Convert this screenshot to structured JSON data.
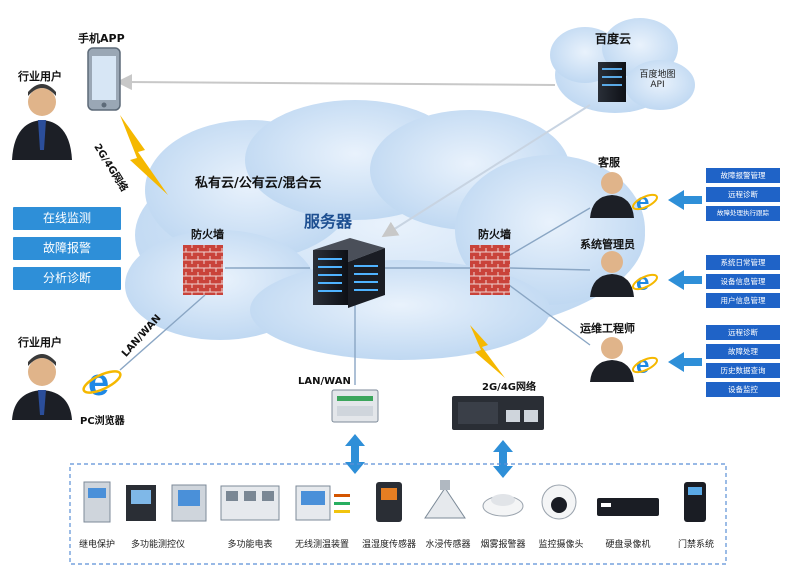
{
  "cloud": {
    "title": "私有云/公有云/混合云"
  },
  "baidu": {
    "title": "百度云",
    "api": "百度地图\nAPI"
  },
  "server": {
    "label": "服务器"
  },
  "firewall": {
    "left": "防火墙",
    "right": "防火墙"
  },
  "mobile": {
    "title": "手机APP",
    "link": "2G/4G网络"
  },
  "users": {
    "top": "行业用户",
    "bottom": "行业用户",
    "pc": "PC浏览器",
    "lan_link": "LAN/WAN"
  },
  "features": [
    "在线监测",
    "故障报警",
    "分析诊断"
  ],
  "roles": [
    {
      "name": "客服",
      "tags": [
        "故障报警管理",
        "远程诊断",
        "故障处理执行跟踪"
      ]
    },
    {
      "name": "系统管理员",
      "tags": [
        "系统日常管理",
        "设备信息管理",
        "用户信息管理"
      ]
    },
    {
      "name": "运维工程师",
      "tags": [
        "远程诊断",
        "故障处理",
        "历史数据查询",
        "设备监控"
      ]
    }
  ],
  "gateways": {
    "lan": "LAN/WAN",
    "wireless": "2G/4G网络"
  },
  "devices": [
    "继电保护",
    "多功能测控仪",
    "多功能电表",
    "无线测温装置",
    "温湿度传感器",
    "水浸传感器",
    "烟雾报警器",
    "监控摄像头",
    "硬盘录像机",
    "门禁系统"
  ],
  "colors": {
    "cloud": "#cfe3f7",
    "accent_blue": "#1f63c7",
    "button_blue": "#2e8fd8",
    "lightning": "#f5b800",
    "firewall": "#c0392b"
  }
}
